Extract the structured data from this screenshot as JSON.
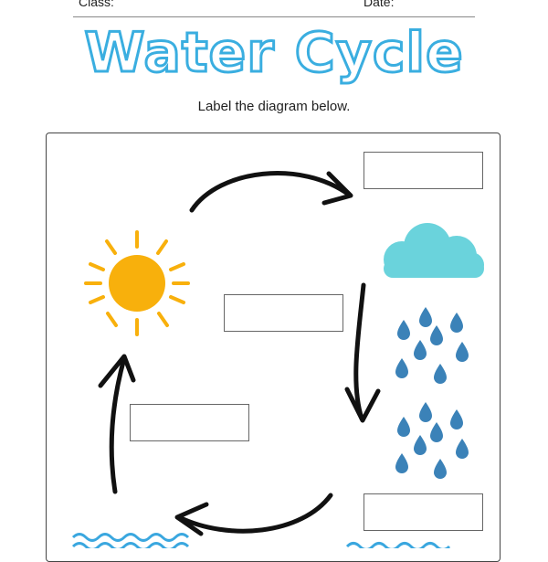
{
  "header": {
    "class_label": "Class:",
    "date_label": "Date:"
  },
  "title": "Water Cycle",
  "instruction": "Label the diagram below.",
  "colors": {
    "title_outline": "#3aaee0",
    "sun": "#f8b00c",
    "cloud": "#6ad3dc",
    "raindrop": "#3b82b8",
    "water": "#3aa7df",
    "arrow": "#111111"
  },
  "label_boxes": [
    {
      "name": "label-box-condensation",
      "value": ""
    },
    {
      "name": "label-box-evaporation",
      "value": ""
    },
    {
      "name": "label-box-collection",
      "value": ""
    },
    {
      "name": "label-box-precipitation",
      "value": ""
    },
    {
      "name": "label-box-runoff",
      "value": ""
    }
  ],
  "icons": [
    "sun-icon",
    "cloud-icon",
    "raindrops-icon",
    "water-waves-icon",
    "cycle-arrow-icon"
  ]
}
